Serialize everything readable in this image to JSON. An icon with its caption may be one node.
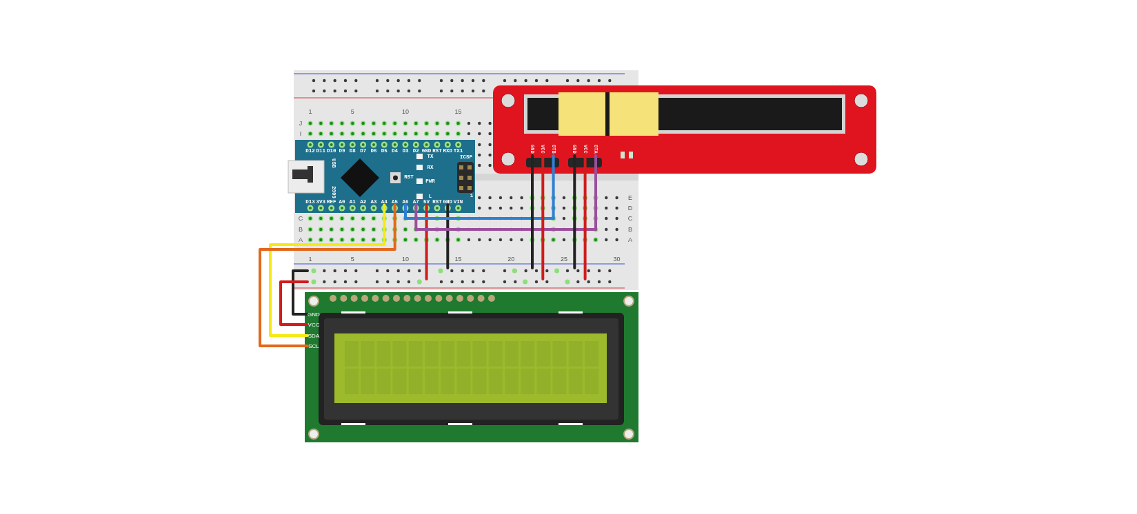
{
  "diagram": {
    "nodes": [
      {
        "text": [
          "GND"
        ]
      },
      {
        "text": [
          "VCC"
        ]
      },
      {
        "text": [
          "OTB"
        ]
      },
      {
        "text": [
          "GND"
        ]
      },
      {
        "text": [
          "VCC"
        ]
      },
      {
        "text": [
          "OTA"
        ]
      },
      {
        "text": [
          "A4"
        ]
      },
      {
        "text": [
          "A5"
        ]
      },
      {
        "text": [
          "A6"
        ]
      },
      {
        "text": [
          "A7"
        ]
      },
      {
        "text": [
          "5V"
        ]
      },
      {
        "text": [
          "GND"
        ]
      },
      {
        "text": [],
        "shape": "bar"
      },
      {
        "text": [],
        "shape": "bar"
      },
      {
        "text": [
          "GND"
        ]
      },
      {
        "text": [
          "VCC"
        ]
      },
      {
        "text": [
          "SDA"
        ]
      },
      {
        "text": [
          "SCL"
        ]
      }
    ],
    "edges": [
      {
        "from": 16,
        "to": 6,
        "arrow": "none",
        "color": "#f5ea14"
      },
      {
        "from": 17,
        "to": 7,
        "arrow": "none",
        "color": "#e2681a"
      },
      {
        "from": 14,
        "to": 12,
        "arrow": "none",
        "color": "#222222"
      },
      {
        "from": 15,
        "to": 13,
        "arrow": "none",
        "color": "#d01c1c"
      },
      {
        "from": 10,
        "to": 13,
        "arrow": "none",
        "color": "#d01c1c"
      },
      {
        "from": 11,
        "to": 12,
        "arrow": "none",
        "color": "#222222"
      },
      {
        "from": 8,
        "to": 2,
        "arrow": "none",
        "color": "#2f7fd4"
      },
      {
        "from": 9,
        "to": 5,
        "arrow": "none",
        "color": "#9a4f9c"
      },
      {
        "from": 0,
        "to": 12,
        "arrow": "none",
        "color": "#222222"
      },
      {
        "from": 1,
        "to": 13,
        "arrow": "none",
        "color": "#d01c1c"
      },
      {
        "from": 3,
        "to": 12,
        "arrow": "none",
        "color": "#222222"
      },
      {
        "from": 4,
        "to": 13,
        "arrow": "none",
        "color": "#d01c1c"
      }
    ],
    "labels": [
      "1",
      "5",
      "10",
      "15",
      "J",
      "I",
      "D12",
      "D11",
      "D10",
      "D9",
      "D8",
      "D7",
      "D6",
      "D5",
      "D4",
      "D3",
      "D2",
      "GND",
      "RST",
      "RXD",
      "TX1",
      "TX",
      "RX",
      "PWR",
      "L",
      "RST",
      "ICSP",
      "1",
      "USB",
      "2009",
      "D13",
      "3V3",
      "REF",
      "A0",
      "A1",
      "A2",
      "A3",
      "RST",
      "VIN",
      "C",
      "B",
      "A",
      "1",
      "5",
      "10",
      "15",
      "20",
      "25",
      "30",
      "E",
      "D",
      "C",
      "B",
      "A"
    ]
  }
}
